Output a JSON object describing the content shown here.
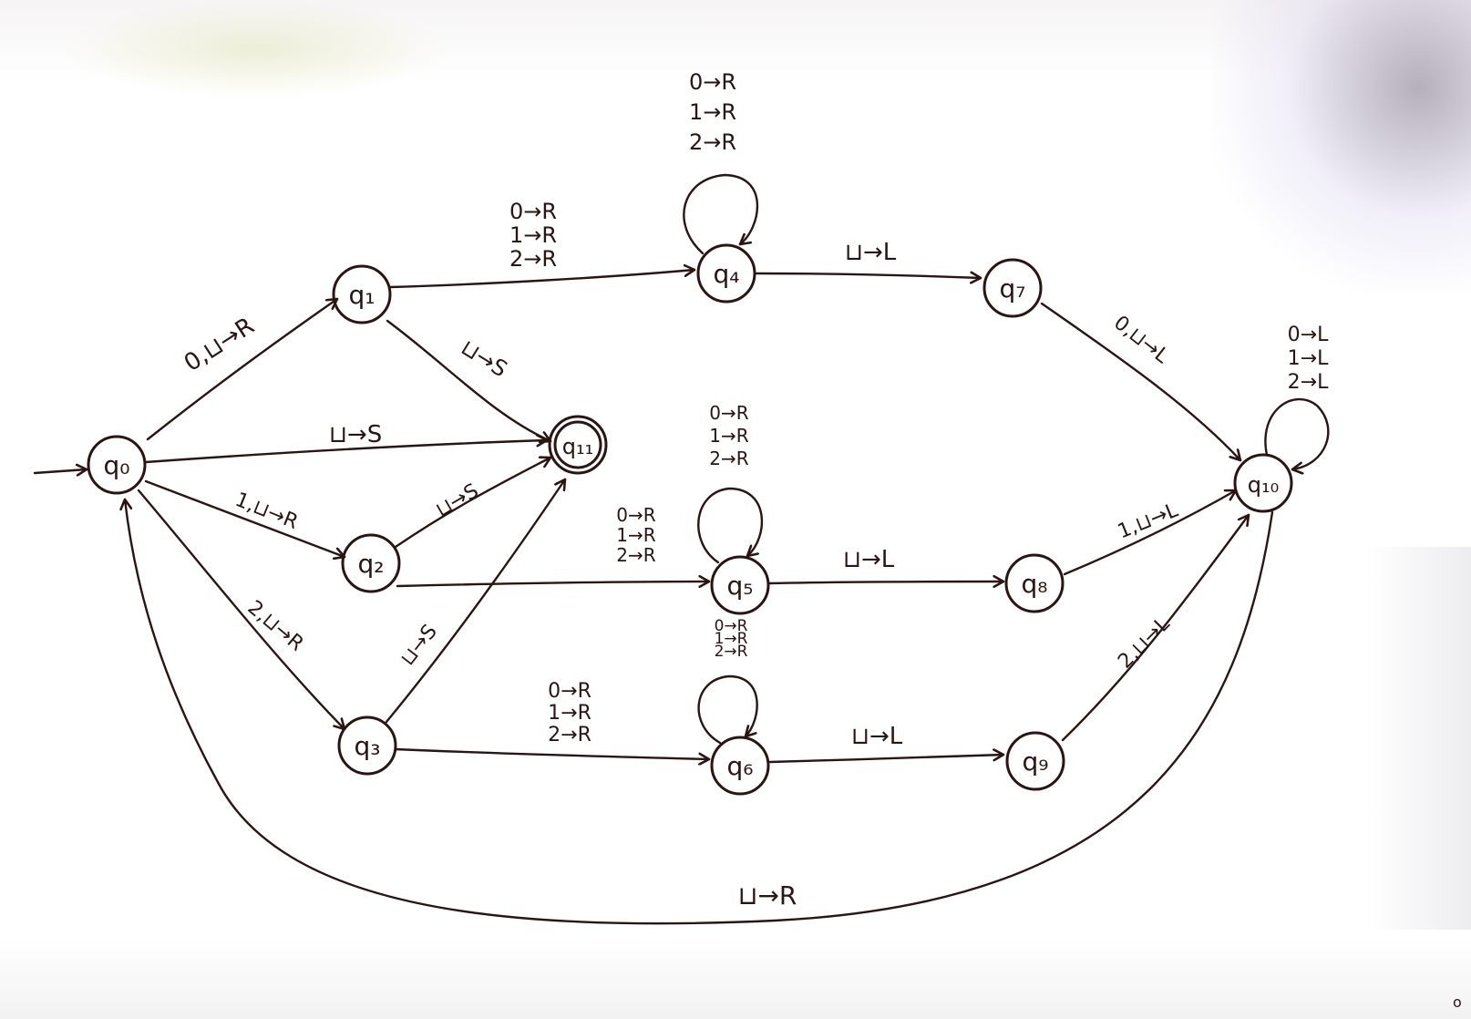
{
  "diagram": {
    "states": [
      {
        "id": "q0",
        "label": "q₀",
        "start": true,
        "accept": false
      },
      {
        "id": "q1",
        "label": "q₁",
        "start": false,
        "accept": false
      },
      {
        "id": "q2",
        "label": "q₂",
        "start": false,
        "accept": false
      },
      {
        "id": "q3",
        "label": "q₃",
        "start": false,
        "accept": false
      },
      {
        "id": "q4",
        "label": "q₄",
        "start": false,
        "accept": false
      },
      {
        "id": "q5",
        "label": "q₅",
        "start": false,
        "accept": false
      },
      {
        "id": "q6",
        "label": "q₆",
        "start": false,
        "accept": false
      },
      {
        "id": "q7",
        "label": "q₇",
        "start": false,
        "accept": false
      },
      {
        "id": "q8",
        "label": "q₈",
        "start": false,
        "accept": false
      },
      {
        "id": "q9",
        "label": "q₉",
        "start": false,
        "accept": false
      },
      {
        "id": "q10",
        "label": "q₁₀",
        "start": false,
        "accept": false
      },
      {
        "id": "q11",
        "label": "q₁₁",
        "start": false,
        "accept": true
      }
    ],
    "transitions": [
      {
        "id": "t_q0_q1",
        "from": "q0",
        "to": "q1",
        "label": [
          "0,⊔→R"
        ]
      },
      {
        "id": "t_q0_q11",
        "from": "q0",
        "to": "q11",
        "label": [
          "⊔→S"
        ]
      },
      {
        "id": "t_q0_q2",
        "from": "q0",
        "to": "q2",
        "label": [
          "1,⊔→R"
        ]
      },
      {
        "id": "t_q0_q3",
        "from": "q0",
        "to": "q3",
        "label": [
          "2,⊔→R"
        ]
      },
      {
        "id": "t_q1_q11",
        "from": "q1",
        "to": "q11",
        "label": [
          "⊔→S"
        ]
      },
      {
        "id": "t_q2_q11",
        "from": "q2",
        "to": "q11",
        "label": [
          "⊔→S"
        ]
      },
      {
        "id": "t_q3_q11",
        "from": "q3",
        "to": "q11",
        "label": [
          "⊔→S"
        ]
      },
      {
        "id": "t_q1_q4",
        "from": "q1",
        "to": "q4",
        "label": [
          "0→R",
          "1→R",
          "2→R"
        ]
      },
      {
        "id": "t_q2_q5",
        "from": "q2",
        "to": "q5",
        "label": [
          "0→R",
          "1→R",
          "2→R"
        ]
      },
      {
        "id": "t_q3_q6",
        "from": "q3",
        "to": "q6",
        "label": [
          "0→R",
          "1→R",
          "2→R"
        ]
      },
      {
        "id": "t_q4_q4",
        "from": "q4",
        "to": "q4",
        "label": [
          "0→R",
          "1→R",
          "2→R"
        ]
      },
      {
        "id": "t_q5_q5",
        "from": "q5",
        "to": "q5",
        "label": [
          "0→R",
          "1→R",
          "2→R"
        ]
      },
      {
        "id": "t_q6_q6",
        "from": "q6",
        "to": "q6",
        "label": [
          "0→R",
          "1→R",
          "2→R"
        ]
      },
      {
        "id": "t_q4_q7",
        "from": "q4",
        "to": "q7",
        "label": [
          "⊔→L"
        ]
      },
      {
        "id": "t_q5_q8",
        "from": "q5",
        "to": "q8",
        "label": [
          "⊔→L"
        ]
      },
      {
        "id": "t_q6_q9",
        "from": "q6",
        "to": "q9",
        "label": [
          "⊔→L"
        ]
      },
      {
        "id": "t_q7_q10",
        "from": "q7",
        "to": "q10",
        "label": [
          "0,⊔→L"
        ]
      },
      {
        "id": "t_q8_q10",
        "from": "q8",
        "to": "q10",
        "label": [
          "1,⊔→L"
        ]
      },
      {
        "id": "t_q9_q10",
        "from": "q9",
        "to": "q10",
        "label": [
          "2,⊔→L"
        ]
      },
      {
        "id": "t_q10_q10",
        "from": "q10",
        "to": "q10",
        "label": [
          "0→L",
          "1→L",
          "2→L"
        ]
      },
      {
        "id": "t_q10_q0",
        "from": "q10",
        "to": "q0",
        "label": [
          "⊔→R"
        ]
      }
    ]
  },
  "corner_mark": "o"
}
